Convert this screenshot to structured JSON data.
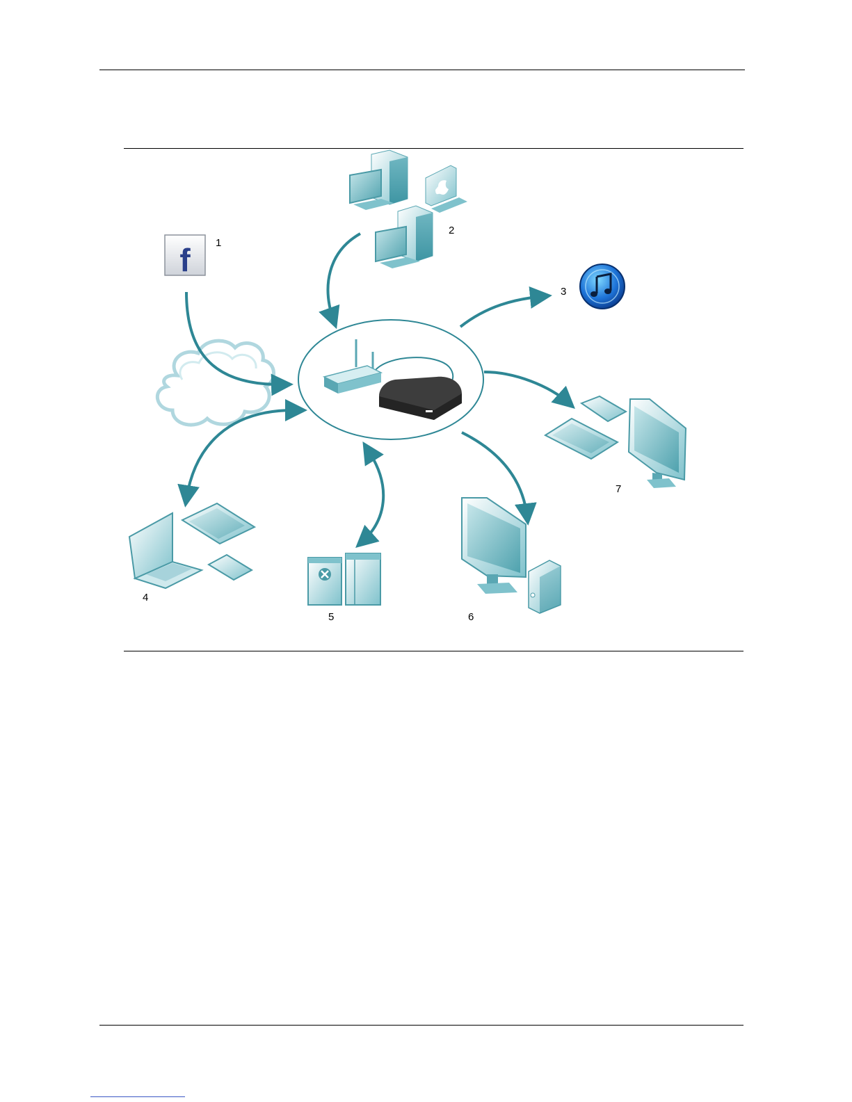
{
  "diagram": {
    "labels": {
      "n1": "1",
      "n2": "2",
      "n3": "3",
      "n4": "4",
      "n5": "5",
      "n6": "6",
      "n7": "7"
    },
    "icons": {
      "n1": "facebook-icon",
      "n2": "desktop-computers-icon",
      "n3": "itunes-music-icon",
      "n4": "laptop-tablet-phone-icon",
      "n5": "app-windows-icon",
      "n6": "monitor-external-drive-icon",
      "n7": "tablets-tv-icon",
      "hub": "router-and-set-top-box-icon",
      "cloud": "internet-cloud-icon"
    },
    "colors": {
      "accent": "#2e8795",
      "device_fill": "#9fd0d8",
      "hub_box": "#3a3a3a"
    }
  }
}
